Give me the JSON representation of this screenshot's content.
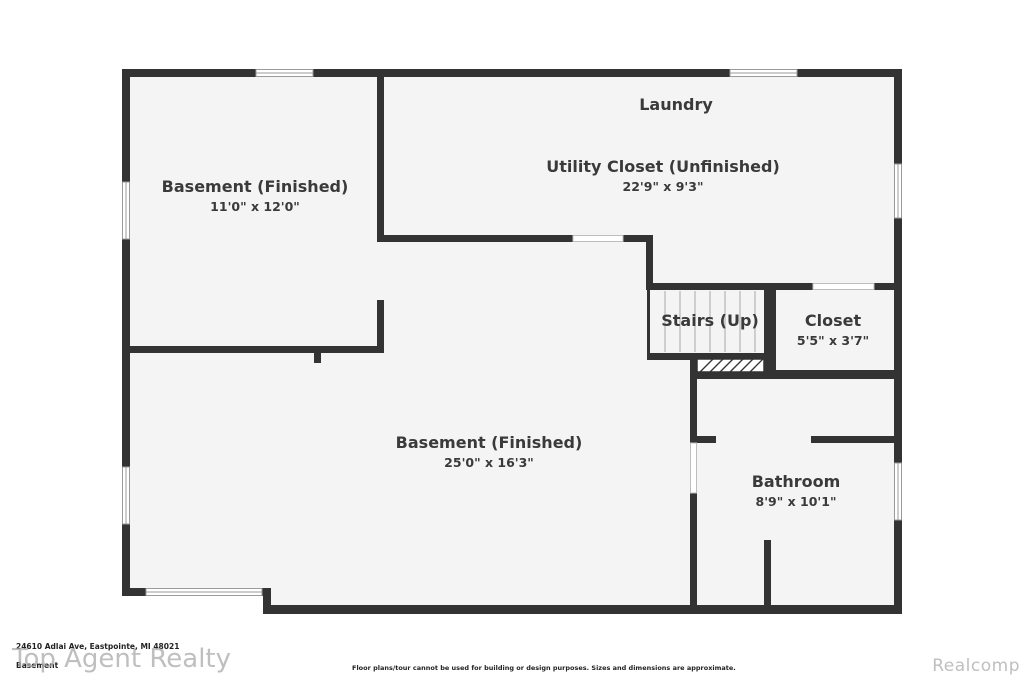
{
  "rooms": {
    "basement_small": {
      "name": "Basement (Finished)",
      "dims": "11'0\" x 12'0\""
    },
    "laundry": {
      "name": "Laundry"
    },
    "utility": {
      "name": "Utility Closet (Unfinished)",
      "dims": "22'9\" x 9'3\""
    },
    "stairs": {
      "name": "Stairs (Up)"
    },
    "closet": {
      "name": "Closet",
      "dims": "5'5\" x 3'7\""
    },
    "basement_large": {
      "name": "Basement (Finished)",
      "dims": "25'0\" x 16'3\""
    },
    "bathroom": {
      "name": "Bathroom",
      "dims": "8'9\" x 10'1\""
    }
  },
  "footer": {
    "address": "24610 Adlai Ave, Eastpointe, MI 48021",
    "level": "Basement",
    "disclaimer": "Floor plans/tour cannot be used for building or design purposes. Sizes and dimensions are approximate."
  },
  "watermarks": {
    "left": "Top Agent Realty",
    "right": "Realcomp"
  },
  "colors": {
    "wall": "#333333",
    "floor": "#f4f4f4",
    "text": "#3a3a3a"
  }
}
